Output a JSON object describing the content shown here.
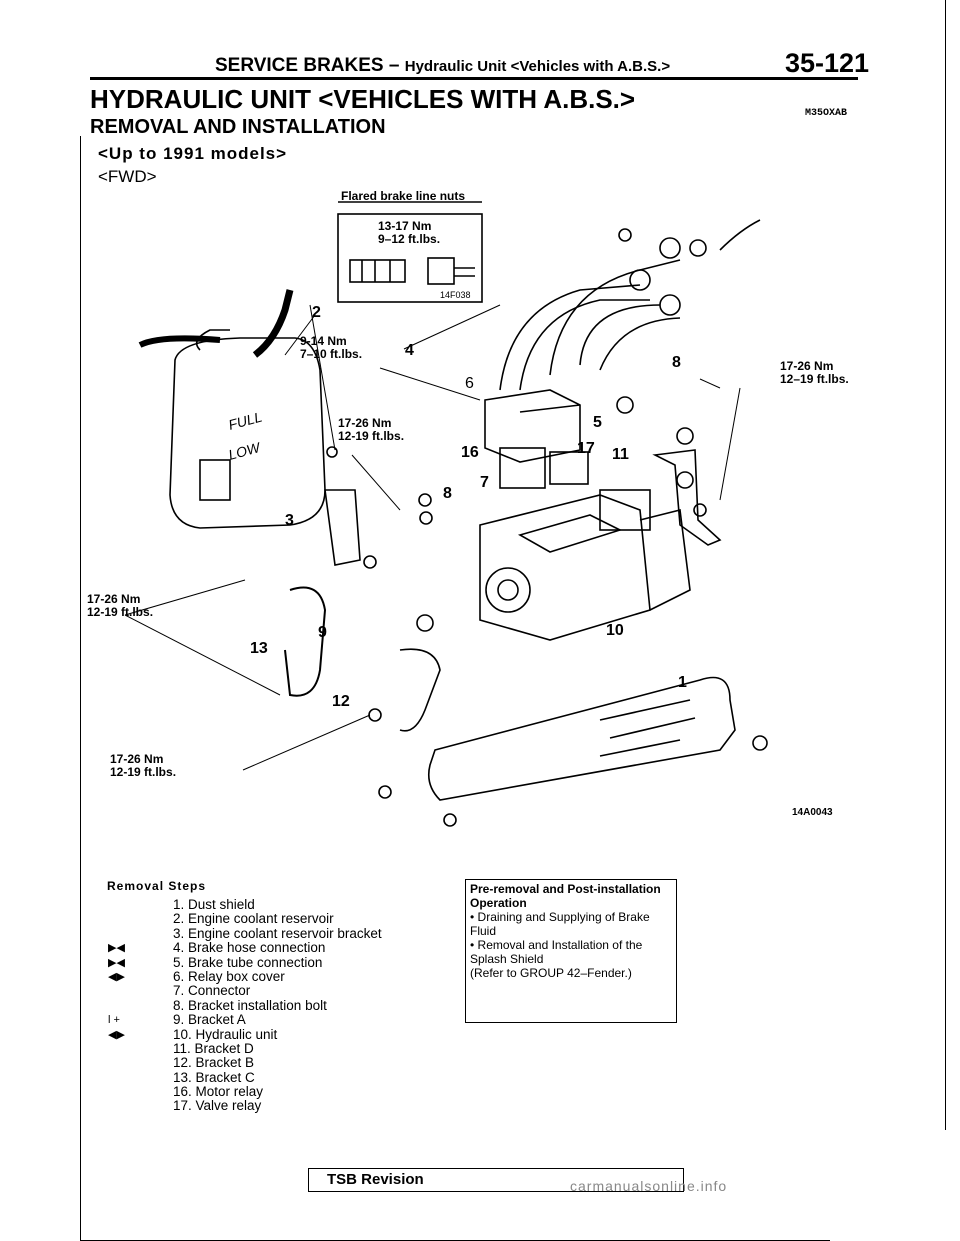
{
  "header": {
    "section": "SERVICE BRAKES",
    "dash": "–",
    "subsection": "Hydraulic Unit <Vehicles with A.B.S.>",
    "page_number": "35-121"
  },
  "title": "HYDRAULIC UNIT <VEHICLES WITH A.B.S.>",
  "ref_code": "M35OXAB",
  "subtitle": "REMOVAL AND INSTALLATION",
  "models": "<Up to 1991 models>",
  "drive": "<FWD>",
  "diagram": {
    "inset_title": "Flared brake line nuts",
    "inset_torque_nm": "13-17 Nm",
    "inset_torque_ft": "9–12 ft.lbs.",
    "inset_code": "14F038",
    "figure_code": "14A0043",
    "torques": [
      {
        "nm": "9-14 Nm",
        "ft": "7–10 ft.lbs."
      },
      {
        "nm": "17-26 Nm",
        "ft": "12-19 ft.lbs."
      },
      {
        "nm": "17-26 Nm",
        "ft": "12–19 ft.lbs."
      },
      {
        "nm": "17-26 Nm",
        "ft": "12-19 ft.lbs."
      },
      {
        "nm": "17-26 Nm",
        "ft": "12-19 ft.lbs."
      }
    ],
    "callouts": [
      "1",
      "2",
      "3",
      "4",
      "5",
      "6",
      "7",
      "8",
      "8",
      "9",
      "10",
      "11",
      "12",
      "13",
      "16",
      "17"
    ]
  },
  "removal": {
    "title": "Removal Steps",
    "steps": [
      {
        "marker": "",
        "text": "1. Dust shield"
      },
      {
        "marker": "",
        "text": "2. Engine coolant reservoir"
      },
      {
        "marker": "",
        "text": "3. Engine coolant reservoir bracket"
      },
      {
        "marker": "▶◀",
        "text": "4. Brake hose connection"
      },
      {
        "marker": "▶◀",
        "text": "5. Brake tube connection"
      },
      {
        "marker": "◀▶",
        "text": "6. Relay box cover"
      },
      {
        "marker": "",
        "text": "7. Connector"
      },
      {
        "marker": "",
        "text": "8. Bracket installation bolt"
      },
      {
        "marker": "l  +",
        "text": "9. Bracket A"
      },
      {
        "marker": "◀▶",
        "text": "10. Hydraulic unit"
      },
      {
        "marker": "",
        "text": "11. Bracket D"
      },
      {
        "marker": "",
        "text": "12. Bracket B"
      },
      {
        "marker": "",
        "text": "13. Bracket C"
      },
      {
        "marker": "",
        "text": "16. Motor relay"
      },
      {
        "marker": "",
        "text": "17. Valve relay"
      }
    ]
  },
  "pre_removal": {
    "title": "Pre-removal and Post-installation Operation",
    "items": [
      "• Draining and Supplying of Brake Fluid",
      "• Removal and Installation of the Splash Shield",
      "(Refer to GROUP 42–Fender.)"
    ]
  },
  "footer": {
    "tsb": "TSB Revision",
    "watermark": "carmanualsonline.info"
  }
}
